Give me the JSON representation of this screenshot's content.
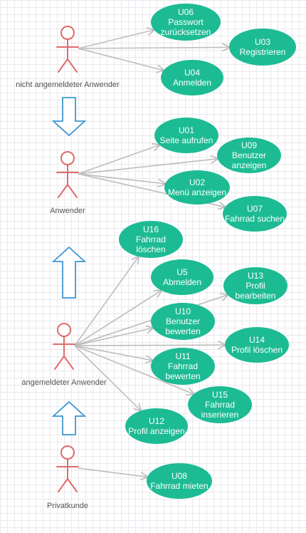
{
  "colors": {
    "usecase_fill": "#1dbb94",
    "actor_stroke": "#e06a6a",
    "arrow_line": "#bdbdbd",
    "generalization_stroke": "#3c97d3",
    "label_text": "#555555"
  },
  "actors": [
    {
      "id": "guest",
      "label": "nicht angemeldeter Anwender"
    },
    {
      "id": "user",
      "label": "Anwender"
    },
    {
      "id": "member",
      "label": "angemeldeter Anwender"
    },
    {
      "id": "customer",
      "label": "Privatkunde"
    }
  ],
  "use_cases": [
    {
      "id": "U06",
      "lines": [
        "U06",
        "Passwort",
        "zurücksetzen"
      ]
    },
    {
      "id": "U03",
      "lines": [
        "U03",
        "Registrieren"
      ]
    },
    {
      "id": "U04",
      "lines": [
        "U04",
        "Anmelden"
      ]
    },
    {
      "id": "U01",
      "lines": [
        "U01",
        "Seite aufrufen"
      ]
    },
    {
      "id": "U09",
      "lines": [
        "U09",
        "Benutzer",
        "anzeigen"
      ]
    },
    {
      "id": "U02",
      "lines": [
        "U02",
        "Menü anzeigen"
      ]
    },
    {
      "id": "U07",
      "lines": [
        "U07",
        "Fahrrad suchen"
      ]
    },
    {
      "id": "U16",
      "lines": [
        "U16",
        "Fahrrad",
        "löschen"
      ]
    },
    {
      "id": "U5",
      "lines": [
        "U5",
        "Abmelden"
      ]
    },
    {
      "id": "U13",
      "lines": [
        "U13",
        "Profil",
        "bearbeiten"
      ]
    },
    {
      "id": "U10",
      "lines": [
        "U10",
        "Benutzer",
        "bewerten"
      ]
    },
    {
      "id": "U14",
      "lines": [
        "U14",
        "Profil löschen"
      ]
    },
    {
      "id": "U11",
      "lines": [
        "U11",
        "Fahrrad",
        "bewerten"
      ]
    },
    {
      "id": "U15",
      "lines": [
        "U15",
        "Fahrrad",
        "inserieren"
      ]
    },
    {
      "id": "U12",
      "lines": [
        "U12",
        "Profil anzeigen"
      ]
    },
    {
      "id": "U08",
      "lines": [
        "U08",
        "Fahrrad mieten"
      ]
    }
  ],
  "associations": [
    {
      "actor": "guest",
      "use_case": "U06"
    },
    {
      "actor": "guest",
      "use_case": "U03"
    },
    {
      "actor": "guest",
      "use_case": "U04"
    },
    {
      "actor": "user",
      "use_case": "U01"
    },
    {
      "actor": "user",
      "use_case": "U09"
    },
    {
      "actor": "user",
      "use_case": "U02"
    },
    {
      "actor": "user",
      "use_case": "U07"
    },
    {
      "actor": "member",
      "use_case": "U16"
    },
    {
      "actor": "member",
      "use_case": "U5"
    },
    {
      "actor": "member",
      "use_case": "U13"
    },
    {
      "actor": "member",
      "use_case": "U10"
    },
    {
      "actor": "member",
      "use_case": "U14"
    },
    {
      "actor": "member",
      "use_case": "U11"
    },
    {
      "actor": "member",
      "use_case": "U15"
    },
    {
      "actor": "member",
      "use_case": "U12"
    },
    {
      "actor": "customer",
      "use_case": "U08"
    }
  ],
  "generalizations": [
    {
      "from": "guest",
      "to": "user",
      "direction": "down"
    },
    {
      "from": "member",
      "to": "user",
      "direction": "up"
    },
    {
      "from": "customer",
      "to": "member",
      "direction": "up"
    }
  ]
}
